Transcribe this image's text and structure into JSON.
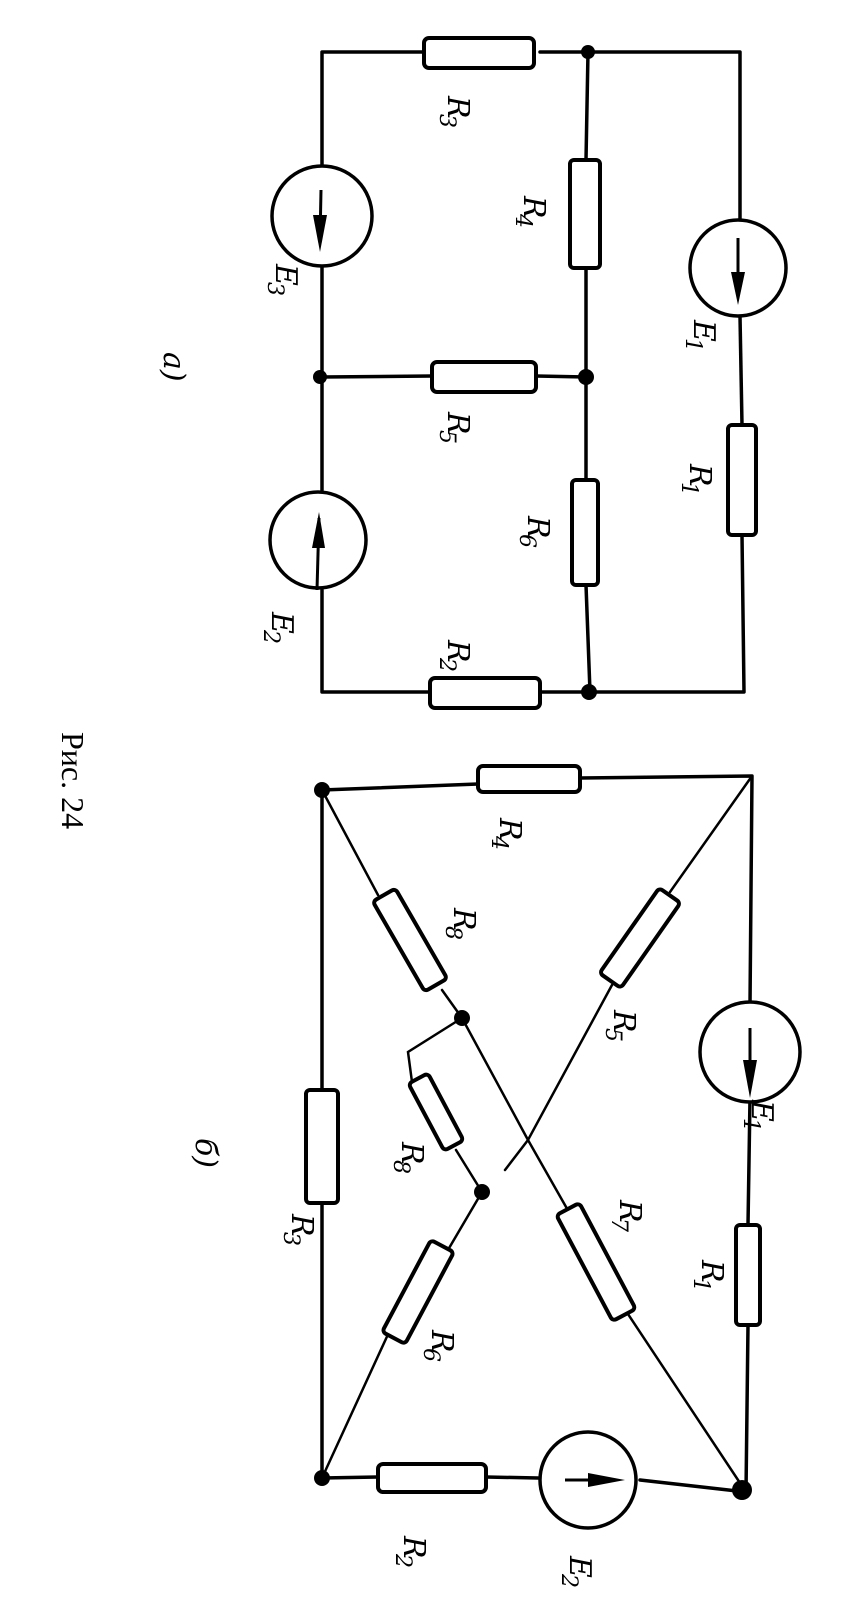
{
  "figure": {
    "caption": "Рис. 24",
    "orientation": "rotated 90° clockwise"
  },
  "diagram_a": {
    "part_label": "а)",
    "resistors": [
      {
        "id": "R3",
        "letter": "R",
        "index": "3"
      },
      {
        "id": "R4",
        "letter": "R",
        "index": "4"
      },
      {
        "id": "R5",
        "letter": "R",
        "index": "5"
      },
      {
        "id": "R6",
        "letter": "R",
        "index": "6"
      },
      {
        "id": "R1",
        "letter": "R",
        "index": "1"
      },
      {
        "id": "R2",
        "letter": "R",
        "index": "2"
      }
    ],
    "sources": [
      {
        "id": "E1",
        "letter": "E",
        "index": "1",
        "arrow": "down"
      },
      {
        "id": "E2",
        "letter": "E",
        "index": "2",
        "arrow": "up"
      },
      {
        "id": "E3",
        "letter": "E",
        "index": "3",
        "arrow": "down"
      }
    ]
  },
  "diagram_b": {
    "part_label": "б)",
    "resistors": [
      {
        "id": "R4",
        "letter": "R",
        "index": "4"
      },
      {
        "id": "R8a",
        "letter": "R",
        "index": "8"
      },
      {
        "id": "R5",
        "letter": "R",
        "index": "5"
      },
      {
        "id": "R8b",
        "letter": "R",
        "index": "8"
      },
      {
        "id": "R3",
        "letter": "R",
        "index": "3"
      },
      {
        "id": "R7",
        "letter": "R",
        "index": "7"
      },
      {
        "id": "R1",
        "letter": "R",
        "index": "1"
      },
      {
        "id": "R6",
        "letter": "R",
        "index": "6"
      },
      {
        "id": "R2",
        "letter": "R",
        "index": "2"
      }
    ],
    "sources": [
      {
        "id": "E1",
        "letter": "E",
        "index": "1",
        "arrow": "down"
      },
      {
        "id": "E2",
        "letter": "E",
        "index": "2",
        "arrow": "right"
      }
    ]
  }
}
